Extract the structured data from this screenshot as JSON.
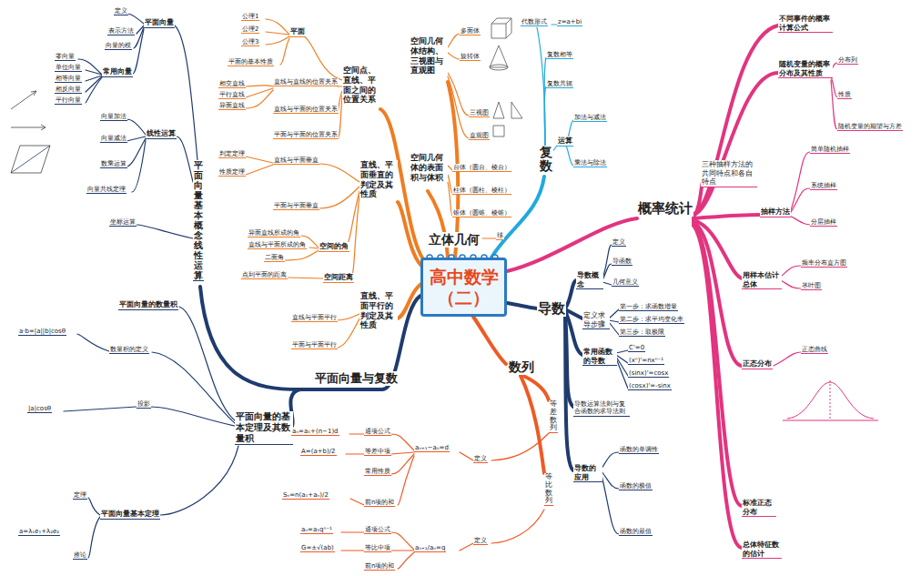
{
  "diagram": {
    "nodes": [
      {
        "text": [
          "高中数学（二）"
        ]
      }
    ],
    "labels": [
      "定义",
      "表示方法",
      "平面向量",
      "向量的模",
      "零向量",
      "单位向量",
      "相等向量",
      "常用向量",
      "相反向量",
      "平行向量",
      "向量加法",
      "向量减法",
      "线性运算",
      "数乘运算",
      "向量共线定理",
      "坐标运算",
      "平面向量基本概念线性运算",
      "平面向量的数量积",
      "数量积的定义",
      "投影",
      "平面向量的基本定理及其数量积",
      "平面向量基本定理",
      "定理",
      "推论",
      "平面向量与复数",
      "a·b=|a||b|cosθ",
      "|a|cosθ",
      "a=λ₁e₁+λ₂e₂",
      "公理1",
      "公理2",
      "公理3",
      "平面",
      "平面的基本性质",
      "直线与直线的位置关系",
      "直线与平面的位置关系",
      "平面与平面的位置关系",
      "空间点、直线、平面之间的位置关系",
      "相交直线",
      "平行直线",
      "异面直线",
      "直线与平面垂直",
      "平面与平面垂直",
      "直线、平面垂直的判定及其性质",
      "判定定理",
      "性质定理",
      "空间的角",
      "异面直线所成的角",
      "直线与平面所成的角",
      "二面角",
      "空间距离",
      "点到平面的距离",
      "直线、平面平行的判定及其性质",
      "直线与平面平行",
      "平面与平面平行",
      "空间几何体结构、三视图与直观图",
      "多面体",
      "旋转体",
      "三视图",
      "直观图",
      "空间几何体的表面积与体积",
      "台体（圆台、棱台）",
      "柱体（圆柱、棱柱）",
      "锥体（圆锥、棱锥）",
      "球",
      "立体几何",
      "复数",
      "代数形式",
      "z=a+bi",
      "复数相等",
      "复数共轭",
      "运算",
      "加法与减法",
      "乘法与除法",
      "概率统计",
      "不同事件的概率计算公式",
      "随机变量的概率分布及其性质",
      "分布列",
      "性质",
      "随机变量的期望与方差",
      "三种抽样方法的共同特点和各自特点",
      "简单随机抽样",
      "系统抽样",
      "分层抽样",
      "抽样方法",
      "用样本估计总体",
      "频率分布直方图",
      "茎叶图",
      "正态分布",
      "正态曲线",
      "标准正态分布",
      "总体特征数的估计",
      "导数",
      "导数概念",
      "定义",
      "导函数",
      "几何意义",
      "定义求导步骤",
      "第一步：求函数增量",
      "第二步：求平均变化率",
      "第三步：取极限",
      "常用函数的导数",
      "导数运算法则与复合函数的求导法则",
      "导数的应用",
      "函数的单调性",
      "函数的极值",
      "函数的最值",
      "C'=0",
      "(xⁿ)'=nxⁿ⁻¹",
      "(sinx)'=cosx",
      "(cosx)'=-sinx",
      "数列",
      "等差数列",
      "等比数列",
      "定义",
      "aₙ₊₁−aₙ=d",
      "通项公式",
      "aₙ=a₁+(n−1)d",
      "等差中项",
      "A=(a+b)/2",
      "常用性质",
      "前n项的和",
      "Sₙ=n(a₁+aₙ)/2",
      "通项公式",
      "aₙ=a₁qⁿ⁻¹",
      "等比中项",
      "G=±√(ab)",
      "前n项的和",
      "aₙ₊₁/aₙ=q",
      "定义"
    ]
  }
}
